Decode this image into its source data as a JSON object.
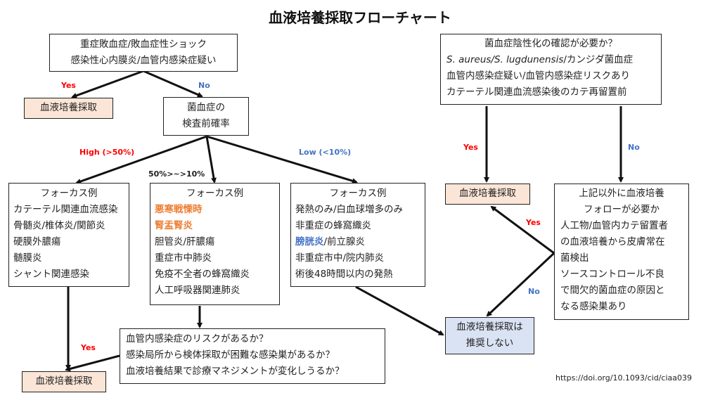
{
  "title": "血液培養採取フローチャート",
  "boxes": {
    "severe": {
      "lines": [
        "重症敗血症/敗血症性ショック",
        "感染性心内膜炎/血管内感染症疑い"
      ]
    },
    "collect_top": {
      "text": "血液培養採取"
    },
    "pretest": {
      "lines": [
        "菌血症の",
        "検査前確率"
      ]
    },
    "high_focus": {
      "lines": [
        "フォーカス例",
        "カテーテル関連血流感染",
        "骨髄炎/椎体炎/関節炎",
        "硬膜外膿瘍",
        "髄膜炎",
        "シャント関連感染"
      ]
    },
    "mid_focus": {
      "header": "フォーカス例",
      "highlight": [
        "悪寒戦慄時",
        "腎盂腎炎"
      ],
      "lines": [
        "胆管炎/肝膿瘍",
        "重症市中肺炎",
        "免疫不全者の蜂窩織炎",
        "人工呼吸器関連肺炎"
      ]
    },
    "low_focus": {
      "header": "フォーカス例",
      "line1": "発熱のみ/白血球増多のみ",
      "line2": "非重症の蜂窩織炎",
      "line3_highlight": "膀胱炎",
      "line3_rest": "/前立腺炎",
      "line4": "非重症市中/院内肺炎",
      "line5": "術後48時間以内の発熱"
    },
    "risk_questions": {
      "lines": [
        "血管内感染症のリスクがあるか？",
        "感染局所から検体採取が困難な感染巣があるか？",
        "血液培養結果で診療マネジメントが変化しうるか？"
      ]
    },
    "collect_bottom": {
      "text": "血液培養採取"
    },
    "negativity": {
      "line1": "菌血症陰性化の確認が必要か？",
      "line2_italic": "S. aureus/S. lugdunensis",
      "line2_rest": "/カンジダ菌血症",
      "line3": "血管内感染症疑い/血管内感染症リスクあり",
      "line4": "カテーテル関連血流感染後のカテ再留置前"
    },
    "collect_right": {
      "text": "血液培養採取"
    },
    "followup": {
      "lines": [
        "上記以外に血液培養",
        "フォローが必要か",
        "人工物/血管内カテ留置者",
        "の血液培養から皮膚常在",
        "菌検出",
        "ソースコントロール不良",
        "で間欠的菌血症の原因と",
        "なる感染巣あり"
      ]
    },
    "not_recommended": {
      "lines": [
        "血液培養採取は",
        "推奨しない"
      ]
    }
  },
  "labels": {
    "yes1": "Yes",
    "no1": "No",
    "high": "High (>50%)",
    "mid": "50%>~>10%",
    "low": "Low (<10%)",
    "yes_bottom": "Yes",
    "yes_right": "Yes",
    "no_right": "No",
    "yes_follow": "Yes",
    "no_follow": "No"
  },
  "colors": {
    "yes": "#ff0000",
    "no": "#4472c4",
    "peach": "#fbe5d6",
    "light_blue": "#dae3f3",
    "orange": "#ed7d31"
  },
  "doi": "https://doi.org/10.1093/cid/ciaa039"
}
